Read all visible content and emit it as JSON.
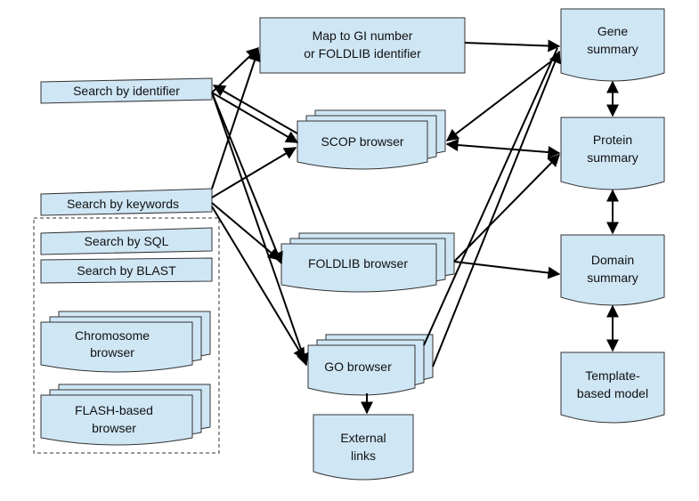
{
  "nodes": {
    "map_gi": "Map to GI number or FOLDLIB identifier",
    "map_gi_lines": [
      "Map to GI number",
      "or FOLDLIB identifier"
    ],
    "search_identifier": "Search by identifier",
    "search_keywords": "Search by keywords",
    "search_sql": "Search by SQL",
    "search_blast": "Search by BLAST",
    "chromosome_lines": [
      "Chromosome",
      "browser"
    ],
    "flash_lines": [
      "FLASH-based",
      "browser"
    ],
    "scop": "SCOP browser",
    "foldlib": "FOLDLIB browser",
    "go": "GO browser",
    "external_lines": [
      "External",
      "links"
    ],
    "gene_lines": [
      "Gene",
      "summary"
    ],
    "protein_lines": [
      "Protein",
      "summary"
    ],
    "domain_lines": [
      "Domain",
      "summary"
    ],
    "template_lines": [
      "Template-",
      "based model"
    ]
  },
  "colors": {
    "box_fill": "#cfe6f5",
    "stroke": "#333333",
    "arrow": "#000000"
  }
}
